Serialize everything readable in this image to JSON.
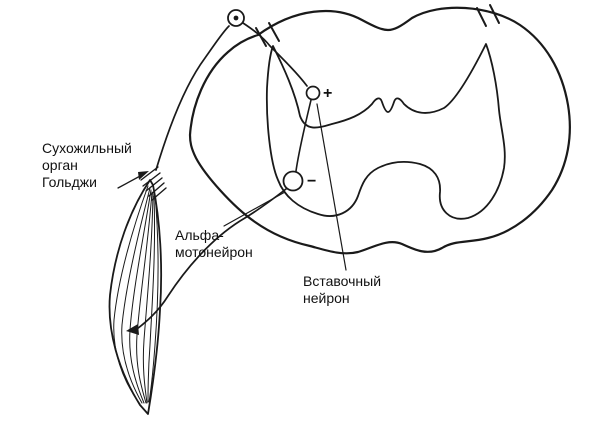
{
  "figure": {
    "background_color": "#ffffff",
    "ink_color": "#1a1a1a",
    "labels": {
      "golgi_tendon_organ": {
        "line1": "Сухожильный",
        "line2": "орган",
        "line3": "Гольджи"
      },
      "alpha_motoneuron": {
        "line1": "Альфа-",
        "line2": "мотонейрон"
      },
      "interneuron": {
        "line1": "Вставочный",
        "line2": "нейрон"
      },
      "synapses": {
        "excitatory_sign": "+",
        "inhibitory_sign": "−"
      }
    }
  }
}
